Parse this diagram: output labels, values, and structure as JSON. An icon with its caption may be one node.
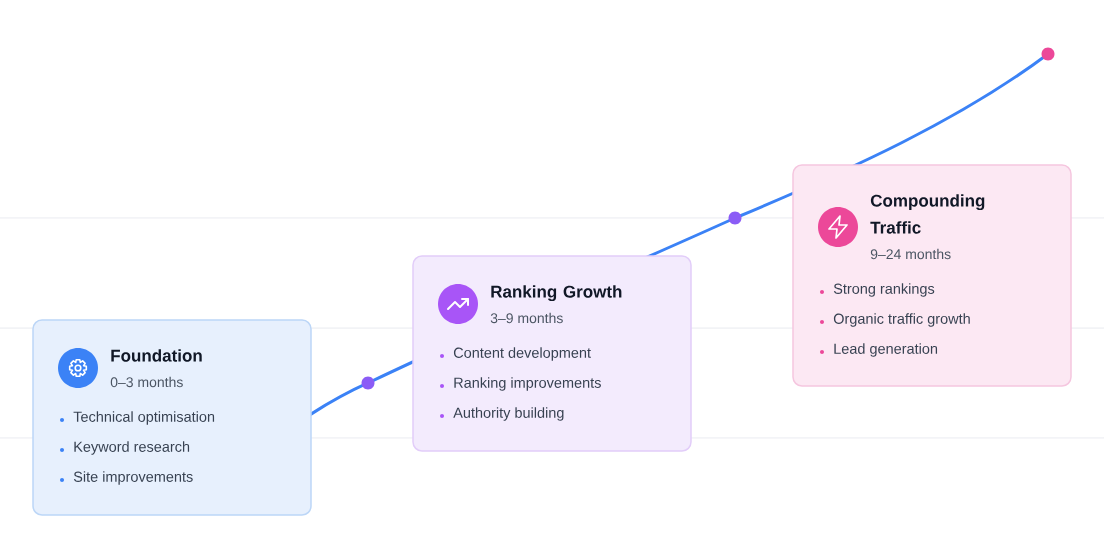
{
  "diagram": {
    "nodes": [
      {
        "text": [
          "Foundation",
          "0–3 months",
          "Technical optimisation",
          "Keyword research",
          "Site improvements"
        ]
      },
      {
        "text": [
          "Ranking Growth",
          "3–9 months",
          "Content development",
          "Ranking improvements",
          "Authority building"
        ]
      },
      {
        "text": [
          "Compounding Traffic",
          "9–24 months",
          "Strong rankings",
          "Organic traffic growth",
          "Lead generation"
        ]
      }
    ]
  }
}
